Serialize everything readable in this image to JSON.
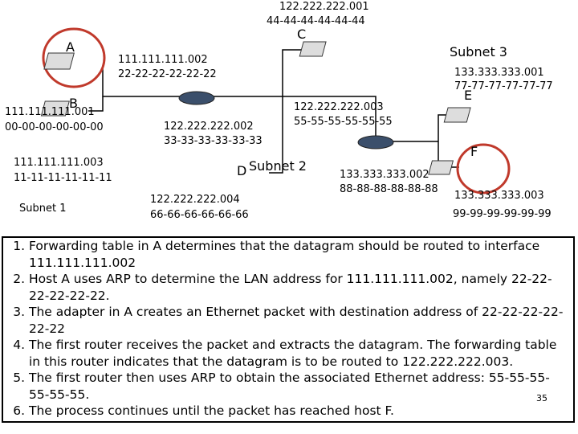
{
  "hosts": {
    "A": {
      "label": "A"
    },
    "B": {
      "label": "B",
      "ip": "111.111.111.001",
      "mac": "00-00-00-00-00-00"
    },
    "C": {
      "label": "C",
      "ip": "122.222.222.001",
      "mac": "44-44-44-44-44-44"
    },
    "D": {
      "label": "D",
      "ip": "122.222.222.004",
      "mac": "66-66-66-66-66-66"
    },
    "E": {
      "label": "E",
      "ip": "133.333.333.001",
      "mac": "77-77-77-77-77-77"
    },
    "F": {
      "label": "F",
      "ip": "133.333.333.003",
      "mac": "99-99-99-99-99-99"
    },
    "A_iface": {
      "ip": "111.111.111.003",
      "mac": "11-11-11-11-11-11"
    }
  },
  "router1": {
    "left_iface": {
      "ip": "111.111.111.002",
      "mac": "22-22-22-22-22-22"
    },
    "right_iface": {
      "ip": "122.222.222.002",
      "mac": "33-33-33-33-33-33"
    }
  },
  "router2": {
    "left_iface": {
      "ip": "122.222.222.003",
      "mac": "55-55-55-55-55-55"
    },
    "right_iface": {
      "ip": "133.333.333.002",
      "mac": "88-88-88-88-88-88"
    }
  },
  "subnets": {
    "s1": "Subnet 1",
    "s2": "Subnet 2",
    "s3": "Subnet 3"
  },
  "steps": [
    "Forwarding table in A determines that the datagram should be routed to interface 111.111.111.002",
    "Host A uses ARP to determine the LAN address for 111.111.111.002, namely 22-22-22-22-22-22.",
    "The adapter in A creates an Ethernet packet with destination address of 22-22-22-22-22-22",
    "The first router receives the packet and extracts the datagram. The forwarding table in this router indicates that the datagram is to be routed to 122.222.222.003.",
    "The first router then uses ARP to obtain the associated Ethernet address: 55-55-55-55-55-55.",
    "The process continues until the packet has reached host F."
  ],
  "page_number": "35",
  "colors": {
    "highlight": "#c0392b"
  }
}
